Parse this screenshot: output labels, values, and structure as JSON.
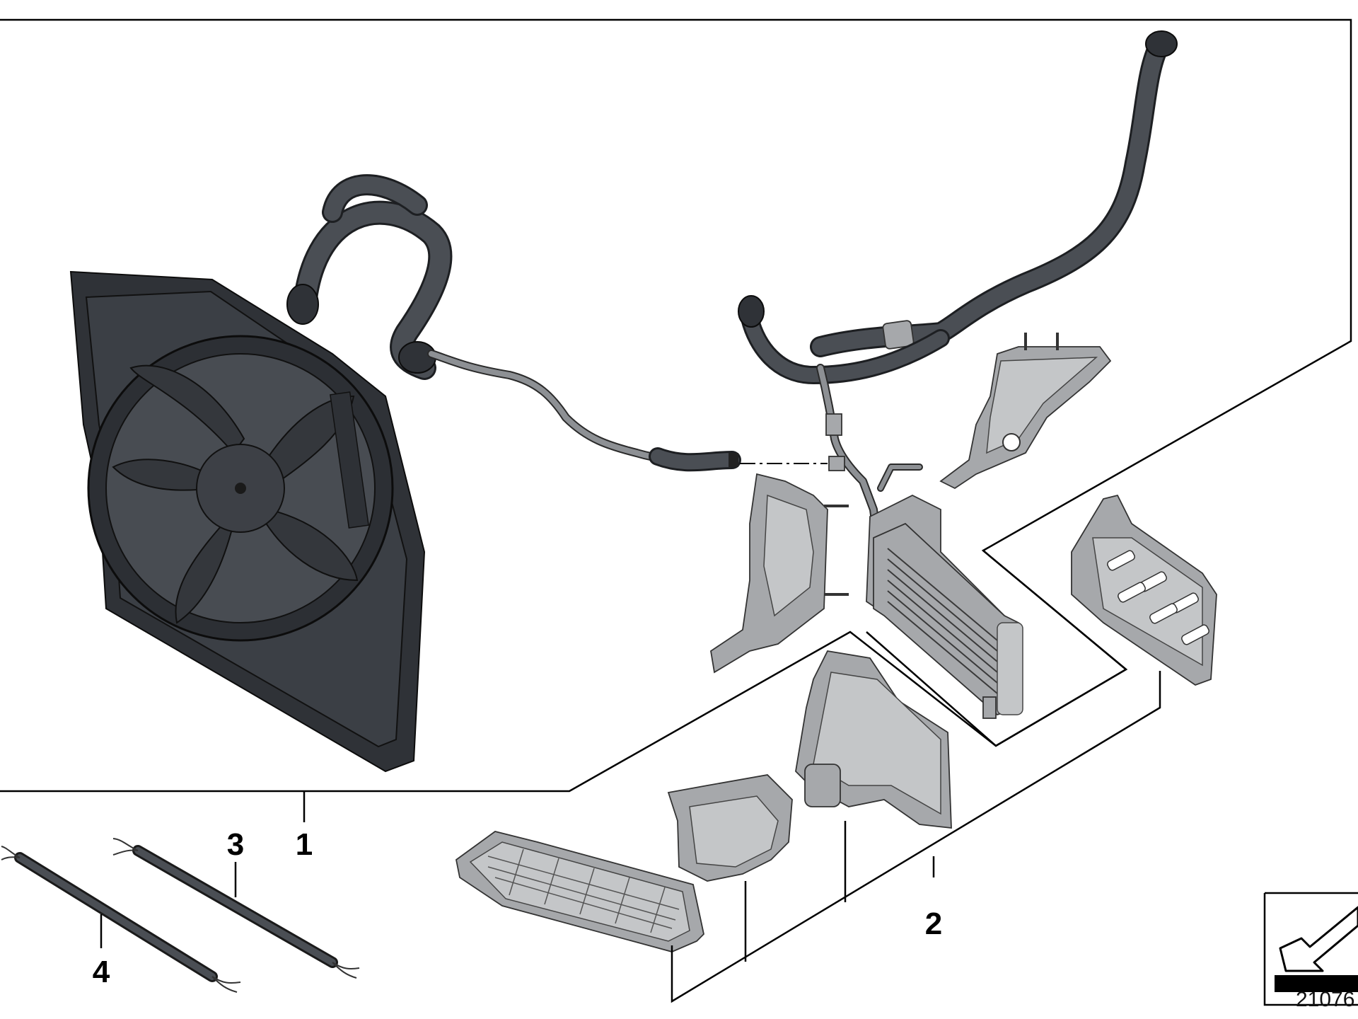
{
  "callouts": {
    "c1": "1",
    "c2": "2",
    "c3": "3",
    "c4": "4"
  },
  "document_number": "21076",
  "colors": {
    "line": "#000000",
    "part_dark": "#3b3f45",
    "part_metal": "#a6a8ab"
  },
  "icons": {
    "orientation_symbol": "arrow-orientation-icon"
  }
}
